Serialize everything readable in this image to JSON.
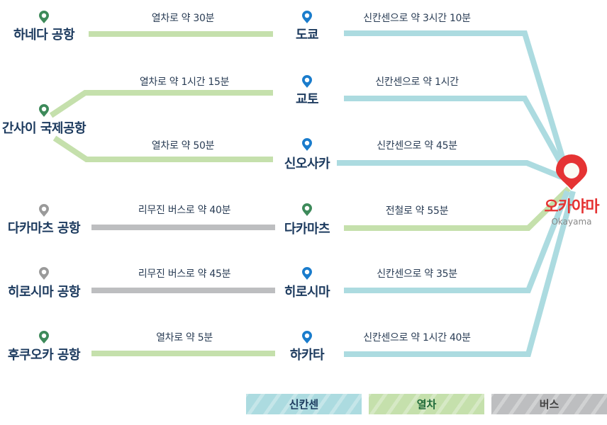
{
  "colors": {
    "shinkansen": "#acdbe0",
    "train": "#c5e0ac",
    "bus": "#bdbec0",
    "pin_green": "#3d8a5a",
    "pin_blue": "#1a7ccc",
    "pin_gray": "#9a9a9a",
    "destination": "#e53333"
  },
  "origins": [
    {
      "name": "하네다 공항",
      "pin": "green"
    },
    {
      "name": "간사이 국제공항",
      "pin": "green"
    },
    {
      "name": "다카마츠 공항",
      "pin": "gray"
    },
    {
      "name": "히로시마 공항",
      "pin": "gray"
    },
    {
      "name": "후쿠오카 공항",
      "pin": "green"
    }
  ],
  "first_legs": [
    "열차로 약 30분",
    "열차로 약 1시간 15분",
    "열차로 약 50분",
    "리무진 버스로 약 40분",
    "리무진 버스로 약 45분",
    "열차로 약 5분"
  ],
  "hubs": [
    {
      "name": "도쿄",
      "pin": "blue"
    },
    {
      "name": "교토",
      "pin": "blue"
    },
    {
      "name": "신오사카",
      "pin": "blue"
    },
    {
      "name": "다카마츠",
      "pin": "green"
    },
    {
      "name": "히로시마",
      "pin": "blue"
    },
    {
      "name": "하카타",
      "pin": "blue"
    }
  ],
  "second_legs": [
    "신칸센으로 약 3시간 10분",
    "신칸센으로 약 1시간",
    "신칸센으로 약 45분",
    "전철로 약 55분",
    "신칸센으로 약 35분",
    "신칸센으로 약 1시간 40분"
  ],
  "destination": {
    "name": "오카야마",
    "subtitle": "Okayama"
  },
  "legend": [
    {
      "label": "신칸센",
      "type": "shinkansen"
    },
    {
      "label": "열차",
      "type": "train"
    },
    {
      "label": "버스",
      "type": "bus"
    }
  ]
}
